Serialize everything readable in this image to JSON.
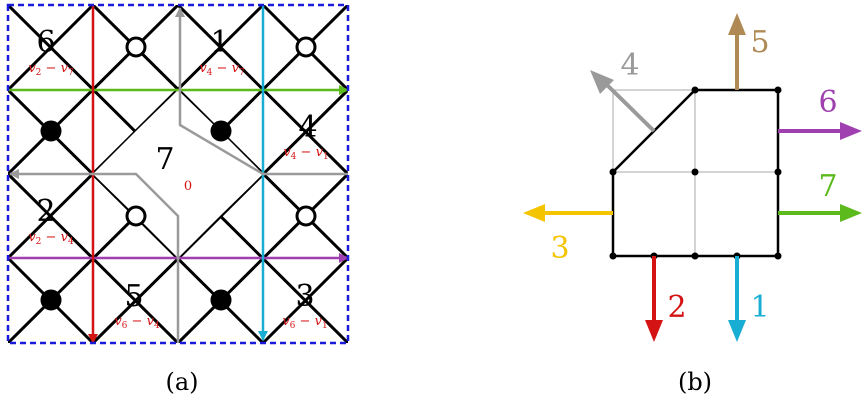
{
  "panel_a": {
    "caption": "(a)",
    "faces": [
      {
        "id": "6",
        "label": "v_2 - v_7",
        "sub_a": "v",
        "i_a": "2",
        "sub_b": "v",
        "i_b": "7"
      },
      {
        "id": "1",
        "label": "v_4 - v_7",
        "sub_a": "v",
        "i_a": "4",
        "sub_b": "v",
        "i_b": "7"
      },
      {
        "id": "4",
        "label": "v_4 - v_1",
        "sub_a": "v",
        "i_a": "4",
        "sub_b": "v",
        "i_b": "1"
      },
      {
        "id": "7",
        "label": "0"
      },
      {
        "id": "2",
        "label": "v_2 - v_4",
        "sub_a": "v",
        "i_a": "2",
        "sub_b": "v",
        "i_b": "4"
      },
      {
        "id": "5",
        "label": "v_6 - v_4",
        "sub_a": "v",
        "i_a": "6",
        "sub_b": "v",
        "i_b": "4"
      },
      {
        "id": "3",
        "label": "v_6 - v_1",
        "sub_a": "v",
        "i_a": "6",
        "sub_b": "v",
        "i_b": "1"
      }
    ],
    "node_colors": {
      "black": "#000000",
      "white": "#ffffff"
    },
    "border_color": "#1a1adb"
  },
  "panel_b": {
    "caption": "(b)",
    "arrows": [
      {
        "id": "1",
        "label": "1",
        "color": "#18aed4"
      },
      {
        "id": "2",
        "label": "2",
        "color": "#d41414"
      },
      {
        "id": "3",
        "label": "3",
        "color": "#f5c400"
      },
      {
        "id": "4",
        "label": "4",
        "color": "#9a9a9a"
      },
      {
        "id": "5",
        "label": "5",
        "color": "#b08a55"
      },
      {
        "id": "6",
        "label": "6",
        "color": "#a040b0"
      },
      {
        "id": "7",
        "label": "7",
        "color": "#5cba1c"
      }
    ]
  }
}
